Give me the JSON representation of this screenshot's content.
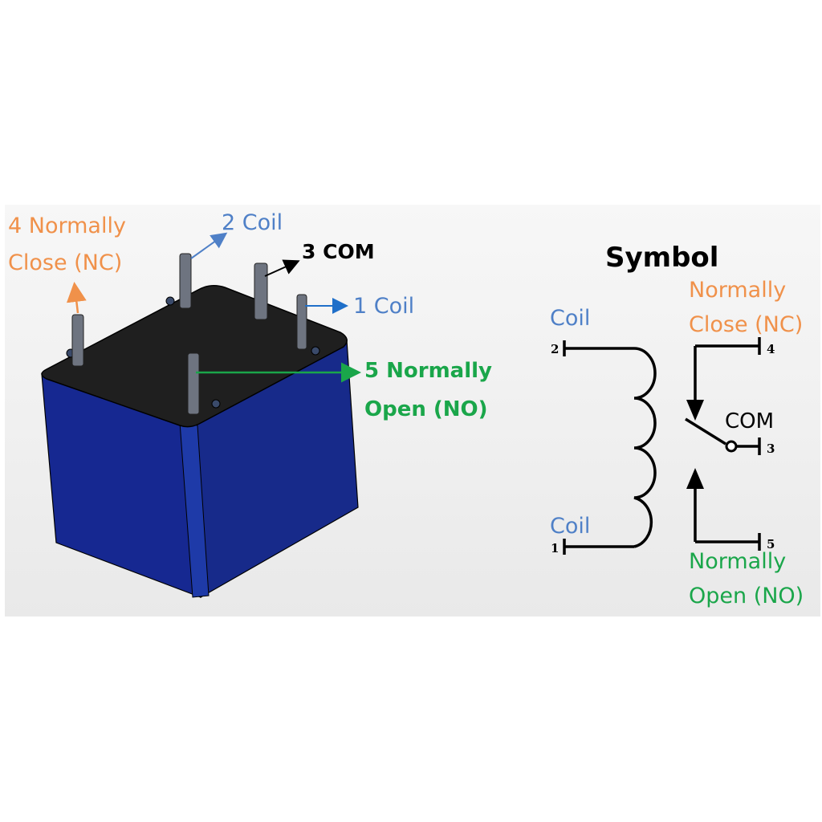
{
  "colors": {
    "nc": "#f0914a",
    "coil": "#4f80c7",
    "com": "#000000",
    "no": "#1aa64a",
    "relay_body": "#1a2a8c",
    "relay_top": "#1e1e1e",
    "pin": "#6e7480"
  },
  "relay_view": {
    "labels": {
      "nc_line1": "4 Normally",
      "nc_line2": "Close (NC)",
      "coil2": "2 Coil",
      "com": "3 COM",
      "coil1": "1 Coil",
      "no_line1": "5 Normally",
      "no_line2": "Open (NO)"
    }
  },
  "symbol": {
    "title": "Symbol",
    "coil_top": "Coil",
    "coil_bottom": "Coil",
    "nc_line1": "Normally",
    "nc_line2": "Close (NC)",
    "com": "COM",
    "no_line1": "Normally",
    "no_line2": "Open (NO)",
    "pins": {
      "p1": "1",
      "p2": "2",
      "p3": "3",
      "p4": "4",
      "p5": "5"
    }
  }
}
